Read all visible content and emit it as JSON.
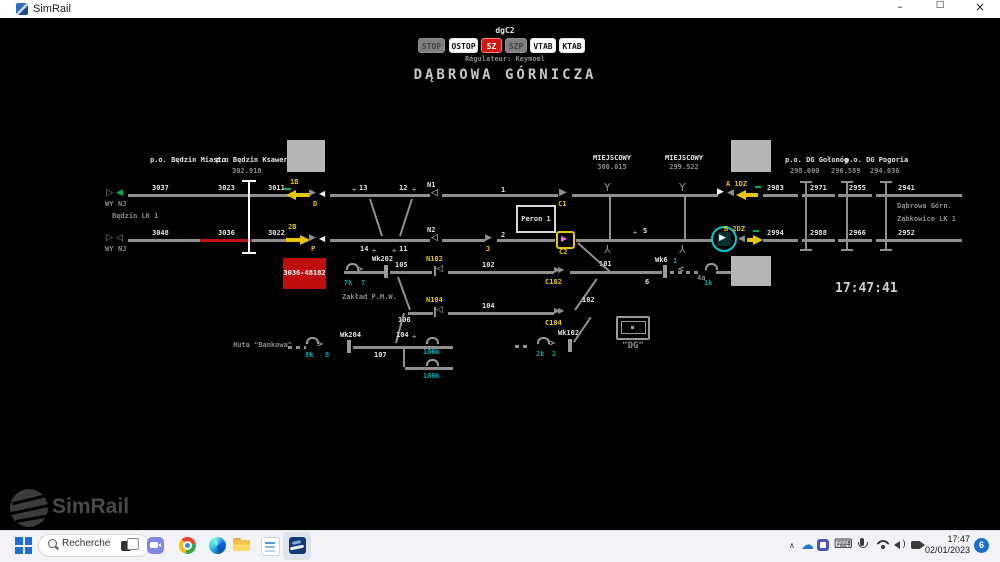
{
  "window": {
    "title": "SimRail"
  },
  "header": {
    "panel_id": "dgC2",
    "buttons": [
      {
        "label": "STOP"
      },
      {
        "label": "OSTOP"
      },
      {
        "label": "SZ"
      },
      {
        "label": "SZP"
      },
      {
        "label": "VTAB"
      },
      {
        "label": "KTAB"
      }
    ],
    "regulator": "Régulateur: Keymoel",
    "station": "DĄBROWA GÓRNICZA"
  },
  "clock": "17:47:41",
  "diagram": {
    "left": {
      "stop1": "p.o. Będzin Miasto",
      "stop2": "p.o Będzin Ksawera",
      "km": "302.918",
      "wy": "WY",
      "nj": "NJ",
      "line_name": "Będzin LK 1",
      "track1": [
        "3037",
        "3023",
        "3011"
      ],
      "track2": [
        "3048",
        "3036",
        "3022"
      ],
      "signal_top": "1B",
      "signal_top_letter": "D",
      "signal_bot": "2B",
      "signal_bot_letter": "P",
      "train_label": "3036-48182"
    },
    "center": {
      "sw13": "13",
      "sw12": "12",
      "sw14": "14",
      "sw11": "11",
      "sw1": "1",
      "sw2": "2",
      "sw5": "5",
      "sw6": "6",
      "plus": "+",
      "n1": "N1",
      "n2": "N2",
      "c1": "C1",
      "c2": "C2",
      "sig3": "3",
      "peron": "Peron 1",
      "loc1_title": "MIEJSCOWY",
      "loc1_km": "300.015",
      "loc2_title": "MIEJSCOWY",
      "loc2_km": "299.522"
    },
    "yard": {
      "wk202": "Wk202",
      "wk204": "Wk204",
      "wk102": "Wk102",
      "wk6": "Wk6",
      "n102": "N102",
      "n104": "N104",
      "c102": "C102",
      "c104": "C104",
      "t101": "101",
      "t102": "102",
      "t102b": "102",
      "t104": "104",
      "t104b": "104",
      "t105": "105",
      "t106": "106",
      "t107": "107",
      "s7k": "7k",
      "s7": "7",
      "s8k": "8k",
      "s8": "8",
      "s2k": "2k",
      "s2": "2",
      "s1k": "1k",
      "s1": "1",
      "s4a": "4a",
      "d106k": "106k",
      "d108k": "108k",
      "zaklad": "Zakład P.M.W.",
      "huta": "Huta \"Bankowa\"",
      "dg": "\"DG\""
    },
    "right": {
      "stop1": "p.o. DG Gołonóg",
      "stop2": "p.o. DG Pogoria",
      "km": [
        "298.000",
        "296.589",
        "294.036"
      ],
      "signal_top": "A 1DZ",
      "signal_bot": "B 2DZ",
      "track1": [
        "2983",
        "2971",
        "2955",
        "2941"
      ],
      "track2": [
        "2994",
        "2988",
        "2966",
        "2952"
      ],
      "dest1": "Dąbrowa Górn.",
      "dest2": "Ząbkowice LK 1"
    }
  },
  "logo": "SimRail",
  "taskbar": {
    "search": "Recherche",
    "apps": [
      "start",
      "task-view",
      "chat",
      "chrome",
      "edge",
      "file-explorer",
      "notes",
      "simrail"
    ],
    "tray": {
      "time": "17:47",
      "date": "02/01/2023",
      "badge": "6"
    }
  },
  "icons": {
    "tri_r": "▶",
    "tri_l": "◀",
    "tri_r_o": "▷",
    "tri_l_o": "◁",
    "chev_r": ">",
    "chev_l": "<",
    "dbl_r": "▶▶",
    "y_post": "Y",
    "chevron_up": "∧",
    "cloud": "☁",
    "keyboard": "⌨",
    "minimize": "–",
    "maximize": "□",
    "close": "×"
  },
  "colors": {
    "accent_yellow": "#e9c400",
    "signal_cyan": "#00cdcd",
    "alarm_red": "#d31510",
    "route_green": "#00b050",
    "substitute_magenta": "#f06df0",
    "occupied_red": "#c40f0f"
  }
}
